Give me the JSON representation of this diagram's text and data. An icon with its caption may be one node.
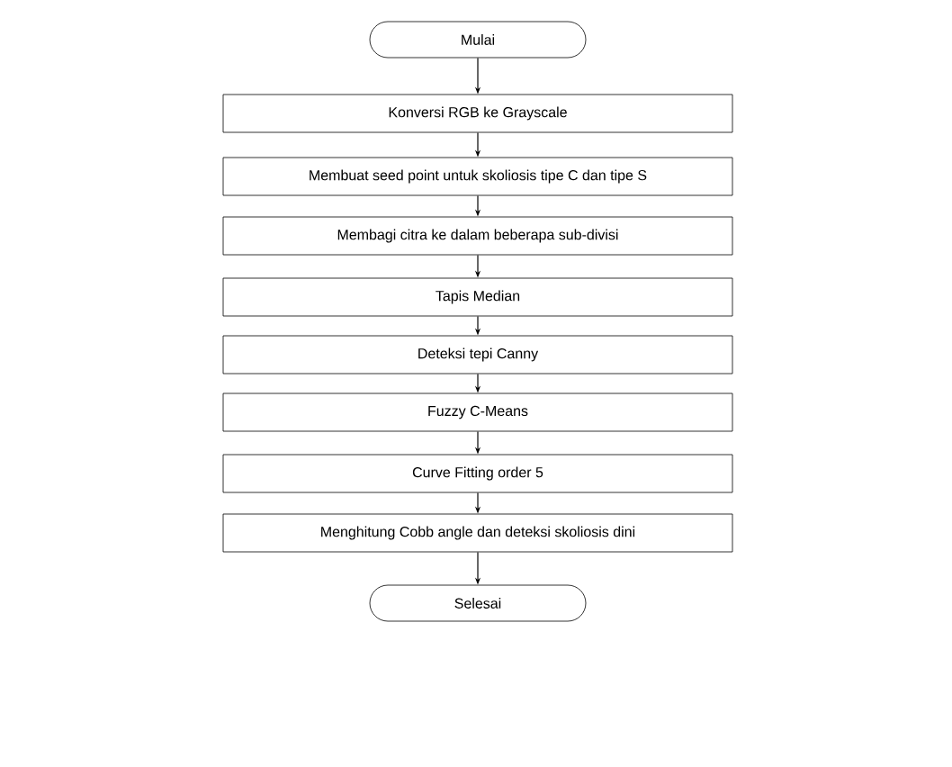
{
  "diagram": {
    "nodes": [
      {
        "text": [
          "Mulai"
        ]
      },
      {
        "text": [
          "Konversi RGB ke Grayscale"
        ]
      },
      {
        "text": [
          "Membuat seed point untuk skoliosis tipe C dan tipe S"
        ]
      },
      {
        "text": [
          "Membagi citra ke dalam beberapa sub-divisi"
        ]
      },
      {
        "text": [
          "Tapis Median"
        ]
      },
      {
        "text": [
          "Deteksi tepi Canny"
        ]
      },
      {
        "text": [
          "Fuzzy C-Means"
        ]
      },
      {
        "text": [
          "Curve Fitting order 5"
        ]
      },
      {
        "text": [
          "Menghitung Cobb angle dan deteksi skoliosis dini"
        ]
      },
      {
        "text": [
          "Selesai"
        ]
      }
    ],
    "edges": [
      {
        "from": 0,
        "to": 1,
        "arrow": "to"
      },
      {
        "from": 1,
        "to": 2,
        "arrow": "to"
      },
      {
        "from": 2,
        "to": 3,
        "arrow": "to"
      },
      {
        "from": 3,
        "to": 4,
        "arrow": "to"
      },
      {
        "from": 4,
        "to": 5,
        "arrow": "to"
      },
      {
        "from": 5,
        "to": 6,
        "arrow": "to"
      },
      {
        "from": 6,
        "to": 7,
        "arrow": "to"
      },
      {
        "from": 7,
        "to": 8,
        "arrow": "to"
      },
      {
        "from": 8,
        "to": 9,
        "arrow": "to"
      }
    ]
  }
}
